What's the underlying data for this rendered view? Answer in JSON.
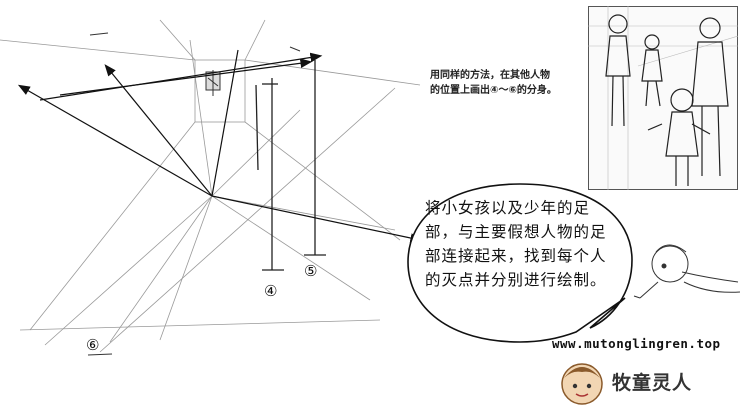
{
  "instruction": {
    "line1": "用同样的方法，在其他人物",
    "line2": "的位置上画出④～⑥的分身。"
  },
  "speech_bubble": {
    "lines": [
      "将小女孩以及少年的足",
      "部，与主要假想人物的足",
      "部连接起来，找到每个人",
      "的灭点并分别进行绘制。"
    ]
  },
  "markers": {
    "four": "④",
    "five": "⑤",
    "six": "⑥"
  },
  "watermark": {
    "url": "www.mutonglingren.top",
    "brand": "牧童灵人"
  }
}
